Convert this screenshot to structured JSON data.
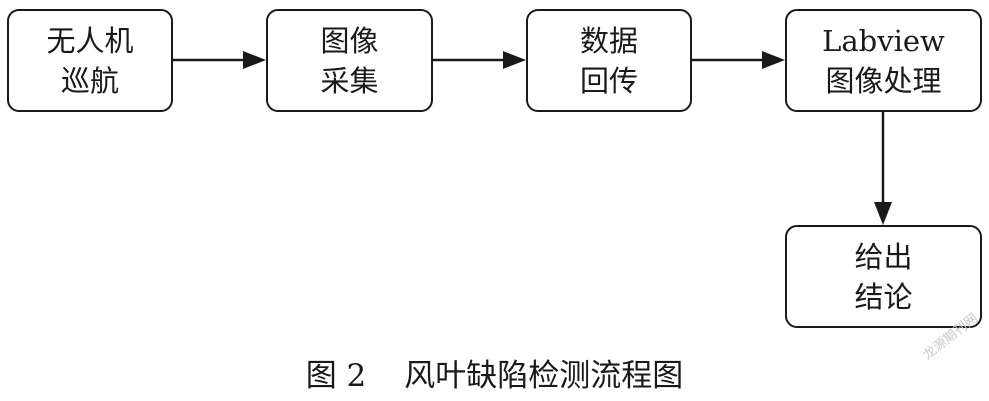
{
  "nodes": [
    {
      "id": "box-1",
      "lines": [
        "无人机",
        "巡航"
      ]
    },
    {
      "id": "box-2",
      "lines": [
        "图像",
        "采集"
      ]
    },
    {
      "id": "box-3",
      "lines": [
        "数据",
        "回传"
      ]
    },
    {
      "id": "box-4",
      "lines": [
        "Labview",
        "图像处理"
      ]
    },
    {
      "id": "box-5",
      "lines": [
        "给出",
        "结论"
      ]
    }
  ],
  "edges": [
    {
      "from": "box-1",
      "to": "box-2"
    },
    {
      "from": "box-2",
      "to": "box-3"
    },
    {
      "from": "box-3",
      "to": "box-4"
    },
    {
      "from": "box-4",
      "to": "box-5"
    }
  ],
  "caption": {
    "figure_number": "图 2",
    "title": "风叶缺陷检测流程图"
  },
  "watermark": "龙源期刊网"
}
